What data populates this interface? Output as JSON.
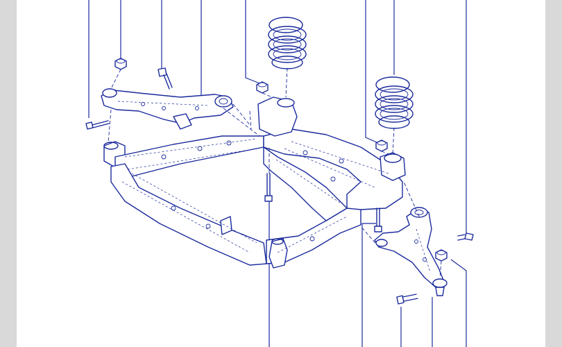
{
  "diagram": {
    "kind": "exploded-view",
    "colors": {
      "line": "#1a2a9c",
      "paper": "#ffffff",
      "margin": "#d9d9d9"
    },
    "parts": [
      "front-subframe",
      "coil-spring-left",
      "coil-spring-right",
      "lower-arm-left",
      "lower-arm-right",
      "ball-joint-nut-left",
      "ball-joint-nut-right",
      "arm-bolt-front-left",
      "arm-bolt-rear-left",
      "arm-bolt-front-right",
      "arm-bolt-rear-right",
      "subframe-bolt",
      "strut-nut"
    ]
  }
}
